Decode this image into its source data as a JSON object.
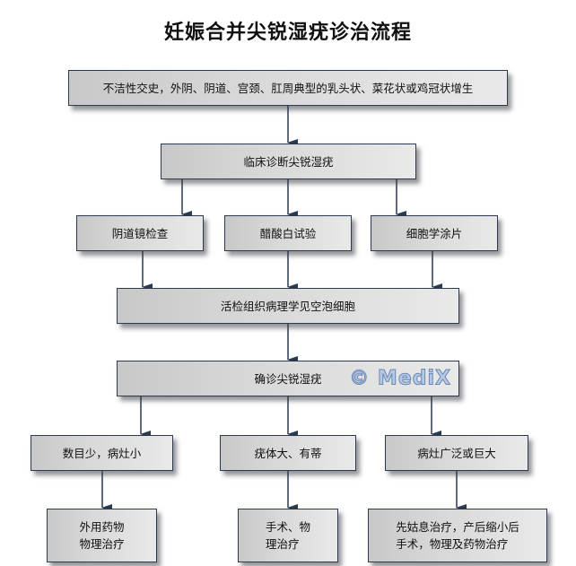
{
  "title": "妊娠合并尖锐湿疣诊治流程",
  "watermark": "© MediX",
  "colors": {
    "border": "#2a3a50",
    "arrow": "#2a3a50",
    "node_fill_start": "#c8c8c8",
    "node_fill_end": "#e9e9e9"
  },
  "nodes": [
    {
      "id": "history",
      "label": "不洁性交史，外阴、阴道、宫颈、肛周典型的乳头状、菜花状或鸡冠状增生"
    },
    {
      "id": "clinical",
      "label": "临床诊断尖锐湿疣"
    },
    {
      "id": "colposcopy",
      "label": "阴道镜检查"
    },
    {
      "id": "acetic",
      "label": "醋酸白试验"
    },
    {
      "id": "cytology",
      "label": "细胞学涂片"
    },
    {
      "id": "biopsy",
      "label": "活检组织病理学见空泡细胞"
    },
    {
      "id": "confirm",
      "label": "确诊尖锐湿疣"
    },
    {
      "id": "small",
      "label": "数目少，病灶小"
    },
    {
      "id": "large",
      "label": "疣体大、有蒂"
    },
    {
      "id": "extensive",
      "label": "病灶广泛或巨大"
    },
    {
      "id": "treat_small",
      "label": "外用药物\n物理治疗"
    },
    {
      "id": "treat_large",
      "label": "手术、物\n理治疗"
    },
    {
      "id": "treat_extensive",
      "label": "先姑息治疗，产后缩小后\n手术，物理及药物治疗"
    }
  ],
  "edges": [
    {
      "from": "history",
      "to": "clinical"
    },
    {
      "from": "clinical",
      "to": "colposcopy"
    },
    {
      "from": "clinical",
      "to": "acetic"
    },
    {
      "from": "clinical",
      "to": "cytology"
    },
    {
      "from": "colposcopy",
      "to": "biopsy"
    },
    {
      "from": "acetic",
      "to": "biopsy"
    },
    {
      "from": "cytology",
      "to": "biopsy"
    },
    {
      "from": "biopsy",
      "to": "confirm"
    },
    {
      "from": "confirm",
      "to": "small"
    },
    {
      "from": "confirm",
      "to": "large"
    },
    {
      "from": "confirm",
      "to": "extensive"
    },
    {
      "from": "small",
      "to": "treat_small"
    },
    {
      "from": "large",
      "to": "treat_large"
    },
    {
      "from": "extensive",
      "to": "treat_extensive"
    }
  ]
}
